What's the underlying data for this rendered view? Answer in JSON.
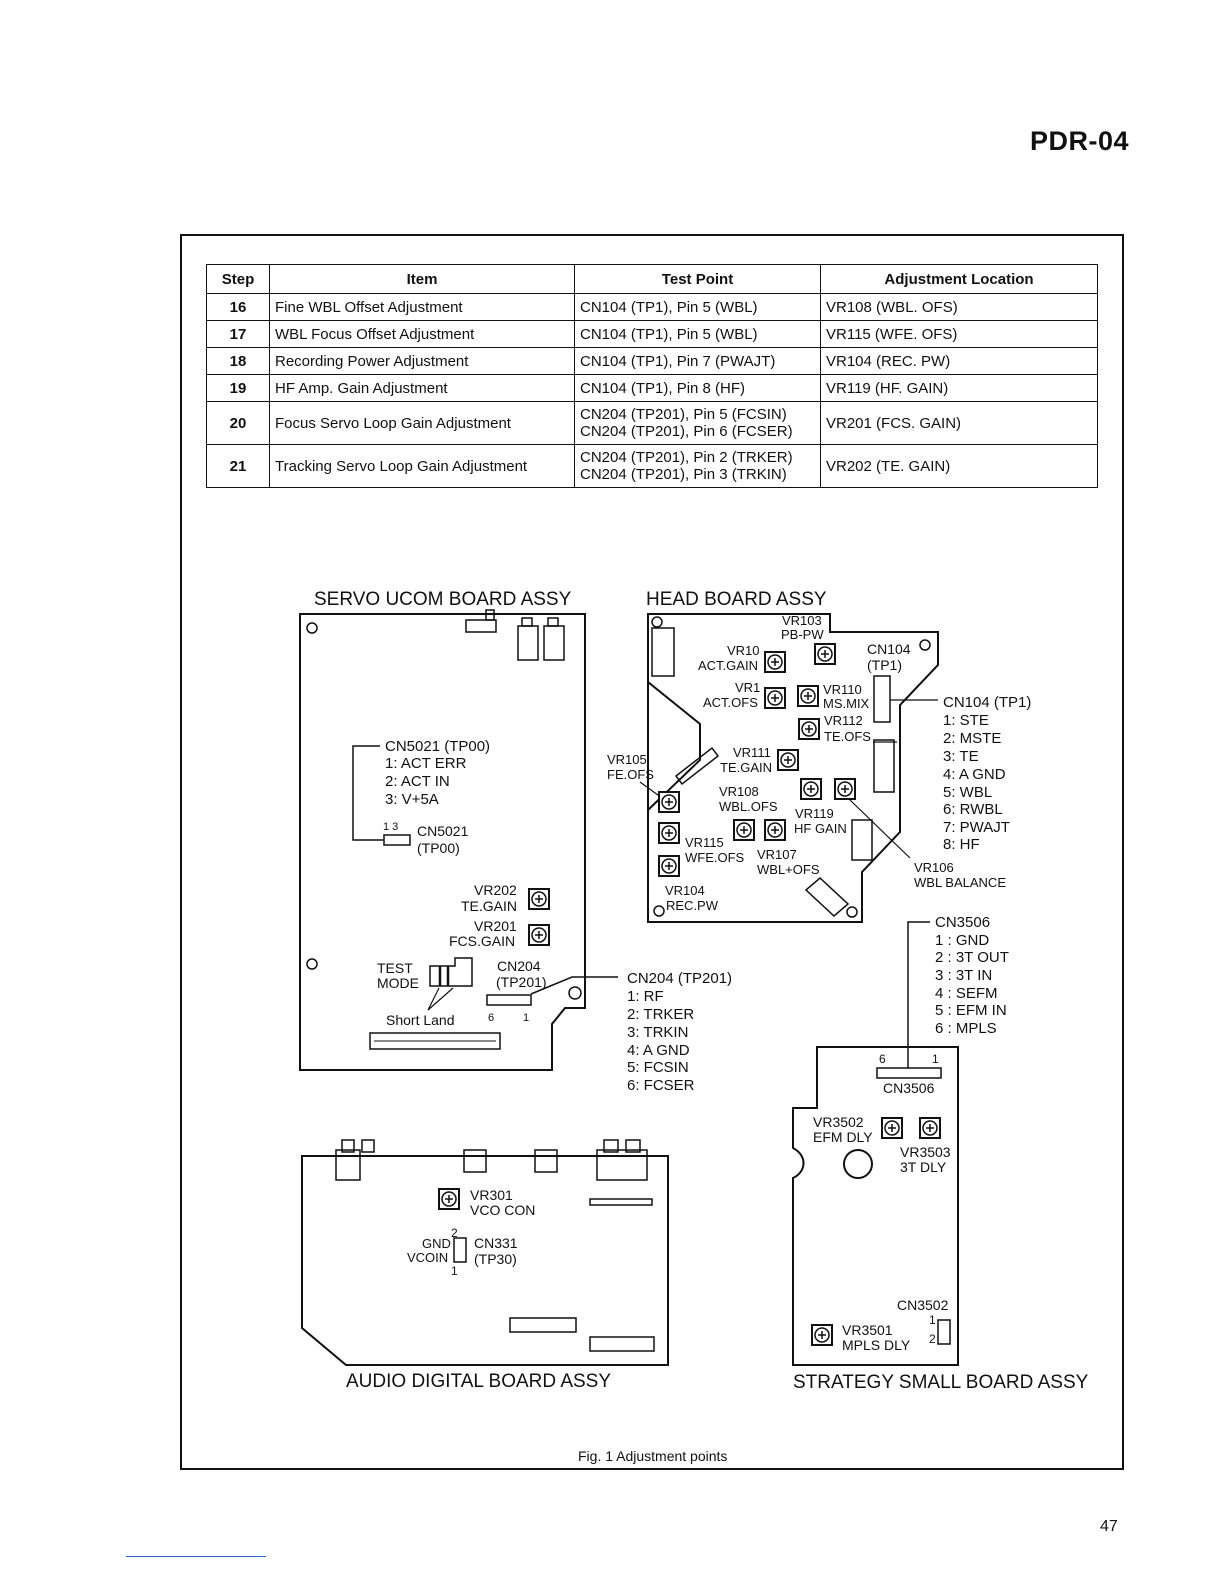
{
  "header": {
    "model": "PDR-04"
  },
  "table": {
    "headers": [
      "Step",
      "Item",
      "Test Point",
      "Adjustment Location"
    ],
    "rows": [
      {
        "step": "16",
        "item": "Fine WBL Offset Adjustment",
        "test_point": [
          "CN104 (TP1), Pin 5 (WBL)"
        ],
        "location": "VR108 (WBL. OFS)"
      },
      {
        "step": "17",
        "item": "WBL Focus Offset Adjustment",
        "test_point": [
          "CN104 (TP1), Pin 5 (WBL)"
        ],
        "location": "VR115 (WFE. OFS)"
      },
      {
        "step": "18",
        "item": "Recording Power Adjustment",
        "test_point": [
          "CN104 (TP1), Pin 7 (PWAJT)"
        ],
        "location": "VR104 (REC. PW)"
      },
      {
        "step": "19",
        "item": "HF Amp. Gain Adjustment",
        "test_point": [
          "CN104 (TP1), Pin 8 (HF)"
        ],
        "location": "VR119 (HF. GAIN)"
      },
      {
        "step": "20",
        "item": "Focus Servo Loop Gain Adjustment",
        "test_point": [
          "CN204 (TP201), Pin 5 (FCSIN)",
          "CN204 (TP201), Pin 6 (FCSER)"
        ],
        "location": "VR201 (FCS. GAIN)"
      },
      {
        "step": "21",
        "item": "Tracking Servo Loop Gain Adjustment",
        "test_point": [
          "CN204 (TP201), Pin 2 (TRKER)",
          "CN204 (TP201), Pin 3 (TRKIN)"
        ],
        "location": "VR202 (TE. GAIN)"
      }
    ]
  },
  "diagram": {
    "servo": {
      "title": "SERVO UCOM BOARD ASSY",
      "cn5021_list_title": "CN5021 (TP00)",
      "cn5021_pins": [
        "1: ACT ERR",
        "2: ACT IN",
        "3: V+5A"
      ],
      "cn5021_pin_nums": "1  3",
      "cn5021_label": "CN5021",
      "cn5021_tp": "(TP00)",
      "vr202": "VR202",
      "vr202_name": "TE.GAIN",
      "vr201": "VR201",
      "vr201_name": "FCS.GAIN",
      "test_mode_1": "TEST",
      "test_mode_2": "MODE",
      "cn204": "CN204",
      "cn204_tp": "(TP201)",
      "short_land": "Short Land",
      "pin6": "6",
      "pin1": "1"
    },
    "cn204_list": {
      "title": "CN204 (TP201)",
      "pins": [
        "1: RF",
        "2: TRKER",
        "3: TRKIN",
        "4: A GND",
        "5: FCSIN",
        "6: FCSER"
      ]
    },
    "head": {
      "title": "HEAD BOARD ASSY",
      "vr103": "VR103",
      "vr103_name": "PB-PW",
      "vr10": "VR10",
      "act_gain": "ACT.GAIN",
      "vr1": "VR1",
      "act_ofs": "ACT.OFS",
      "vr110": "VR110",
      "ms_mix": "MS.MIX",
      "vr112": "VR112",
      "te_ofs": "TE.OFS",
      "cn104": "CN104",
      "cn104_tp": "(TP1)",
      "vr111": "VR111",
      "te_gain": "TE.GAIN",
      "vr105": "VR105",
      "fe_ofs": "FE.OFS",
      "vr108": "VR108",
      "wbl_ofs": "WBL.OFS",
      "vr119": "VR119",
      "hf_gain": "HF GAIN",
      "vr115": "VR115",
      "wfe_ofs": "WFE.OFS",
      "vr107": "VR107",
      "wbl_ofs2": "WBL+OFS",
      "vr104": "VR104",
      "rec_pw": "REC.PW",
      "vr106": "VR106",
      "wbl_balance": "WBL BALANCE"
    },
    "cn104_list": {
      "title": "CN104 (TP1)",
      "pins": [
        "1: STE",
        "2: MSTE",
        "3: TE",
        "4: A GND",
        "5: WBL",
        "6: RWBL",
        "7: PWAJT",
        "8: HF"
      ]
    },
    "cn3506_list": {
      "title": "CN3506",
      "pins": [
        "1 : GND",
        "2 : 3T OUT",
        "3 : 3T IN",
        "4 : SEFM",
        "5 : EFM IN",
        "6 : MPLS"
      ]
    },
    "audio": {
      "title": "AUDIO DIGITAL BOARD ASSY",
      "vr301": "VR301",
      "vco_con": "VCO CON",
      "gnd": "GND",
      "vcoin": "VCOIN",
      "cn331": "CN331",
      "cn331_tp": "(TP30)",
      "pin2": "2",
      "pin1": "1"
    },
    "strategy": {
      "title": "STRATEGY SMALL BOARD ASSY",
      "pin6": "6",
      "pin1": "1",
      "cn3506": "CN3506",
      "vr3502": "VR3502",
      "efm_dly": "EFM DLY",
      "vr3503": "VR3503",
      "dly3t": "3T DLY",
      "cn3502": "CN3502",
      "vr3501": "VR3501",
      "mpls_dly": "MPLS DLY",
      "cn3502_p1": "1",
      "cn3502_p2": "2"
    }
  },
  "caption": "Fig. 1  Adjustment points",
  "page_number": "47"
}
